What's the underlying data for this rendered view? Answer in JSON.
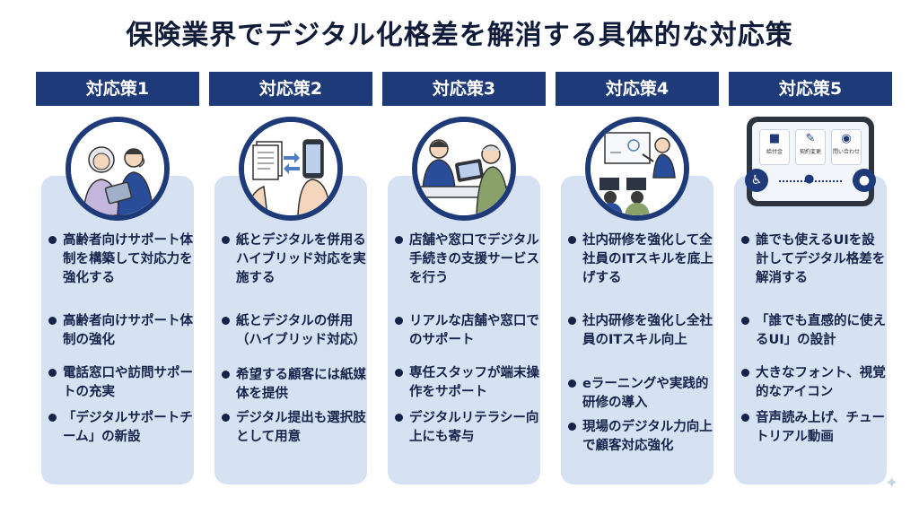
{
  "title": "保険業界でデジタル化格差を解消する具体的な対応策",
  "columns": [
    {
      "header": "対応策1",
      "icon": "elderly-support-illustration",
      "items": [
        "高齢者向けサポート体制を構築して対応力を強化する",
        "高齢者向けサポート体制の強化",
        "電話窓口や訪問サポートの充実",
        "「デジタルサポートチーム」の新設"
      ]
    },
    {
      "header": "対応策2",
      "icon": "paper-to-phone-illustration",
      "items": [
        "紙とデジタルを併用るハイブリッド対応を実施する",
        "紙とデジタルの併用（ハイブリッド対応）",
        "希望する顧客には紙媒体を提供",
        "デジタル提出も選択肢として用意"
      ]
    },
    {
      "header": "対応策3",
      "icon": "counter-support-illustration",
      "items": [
        "店舗や窓口でデジタル手続きの支援サービスを行う",
        "リアルな店舗や窓口でのサポート",
        "専任スタッフが端末操作をサポート",
        "デジタルリテラシー向上にも寄与"
      ]
    },
    {
      "header": "対応策4",
      "icon": "it-training-illustration",
      "items": [
        "社内研修を強化して全社員のITスキルを底上げする",
        "社内研修を強化し全社員のITスキル向上",
        "eラーニングや実践的研修の導入",
        "現場のデジタル力向上で顧客対応強化"
      ]
    },
    {
      "header": "対応策5",
      "icon": "accessible-ui-tablet",
      "tiles": [
        "給付金",
        "契約変更",
        "問い合わせ"
      ],
      "items": [
        "誰でも使えるUIを設計してデジタル格差を解消する",
        "「誰でも直感的に使えるUI」の設計",
        "大きなフォント、視覚的なアイコン",
        "音声読み上げ、チュートリアル動画"
      ]
    }
  ],
  "colors": {
    "header": "#1f3a78",
    "panel": "#d6e1f2",
    "text": "#15224a"
  }
}
